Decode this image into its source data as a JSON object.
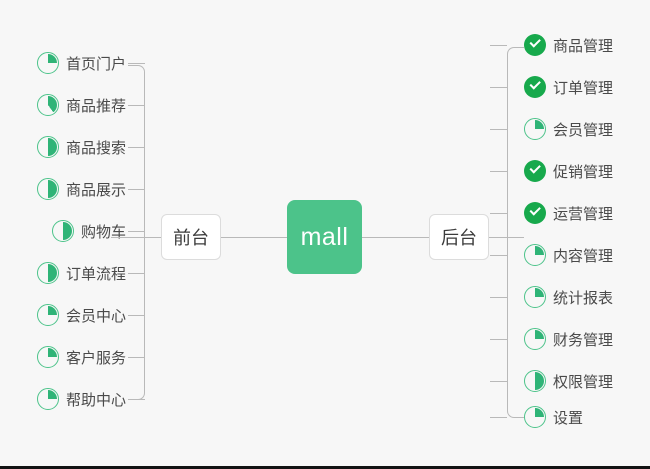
{
  "diagram": {
    "title": "mall",
    "background_color": "#f7f7f7",
    "accent_color": "#4cc38a",
    "done_color": "#17a94c",
    "root": {
      "label": "mall"
    },
    "branches": [
      {
        "name": "front",
        "label": "前台",
        "side": "left"
      },
      {
        "name": "back",
        "label": "后台",
        "side": "right"
      }
    ]
  },
  "front_items": [
    {
      "label": "首页门户",
      "icon": "pie-progress-icon",
      "progress": 25,
      "status": "in-progress"
    },
    {
      "label": "商品推荐",
      "icon": "pie-progress-icon",
      "progress": 40,
      "status": "in-progress"
    },
    {
      "label": "商品搜索",
      "icon": "pie-progress-icon",
      "progress": 50,
      "status": "in-progress"
    },
    {
      "label": "商品展示",
      "icon": "pie-progress-icon",
      "progress": 50,
      "status": "in-progress"
    },
    {
      "label": "购物车",
      "icon": "pie-progress-icon",
      "progress": 50,
      "status": "in-progress"
    },
    {
      "label": "订单流程",
      "icon": "pie-progress-icon",
      "progress": 50,
      "status": "in-progress"
    },
    {
      "label": "会员中心",
      "icon": "pie-progress-icon",
      "progress": 25,
      "status": "in-progress"
    },
    {
      "label": "客户服务",
      "icon": "pie-progress-icon",
      "progress": 25,
      "status": "in-progress"
    },
    {
      "label": "帮助中心",
      "icon": "pie-progress-icon",
      "progress": 25,
      "status": "in-progress"
    }
  ],
  "back_items": [
    {
      "label": "商品管理",
      "icon": "check-circle-icon",
      "progress": 100,
      "status": "done"
    },
    {
      "label": "订单管理",
      "icon": "check-circle-icon",
      "progress": 100,
      "status": "done"
    },
    {
      "label": "会员管理",
      "icon": "pie-progress-icon",
      "progress": 25,
      "status": "in-progress"
    },
    {
      "label": "促销管理",
      "icon": "check-circle-icon",
      "progress": 100,
      "status": "done"
    },
    {
      "label": "运营管理",
      "icon": "check-circle-icon",
      "progress": 100,
      "status": "done"
    },
    {
      "label": "内容管理",
      "icon": "pie-progress-icon",
      "progress": 25,
      "status": "in-progress"
    },
    {
      "label": "统计报表",
      "icon": "pie-progress-icon",
      "progress": 25,
      "status": "in-progress"
    },
    {
      "label": "财务管理",
      "icon": "pie-progress-icon",
      "progress": 25,
      "status": "in-progress"
    },
    {
      "label": "权限管理",
      "icon": "pie-progress-icon",
      "progress": 50,
      "status": "in-progress"
    },
    {
      "label": "设置",
      "icon": "pie-progress-icon",
      "progress": 25,
      "status": "in-progress"
    }
  ]
}
